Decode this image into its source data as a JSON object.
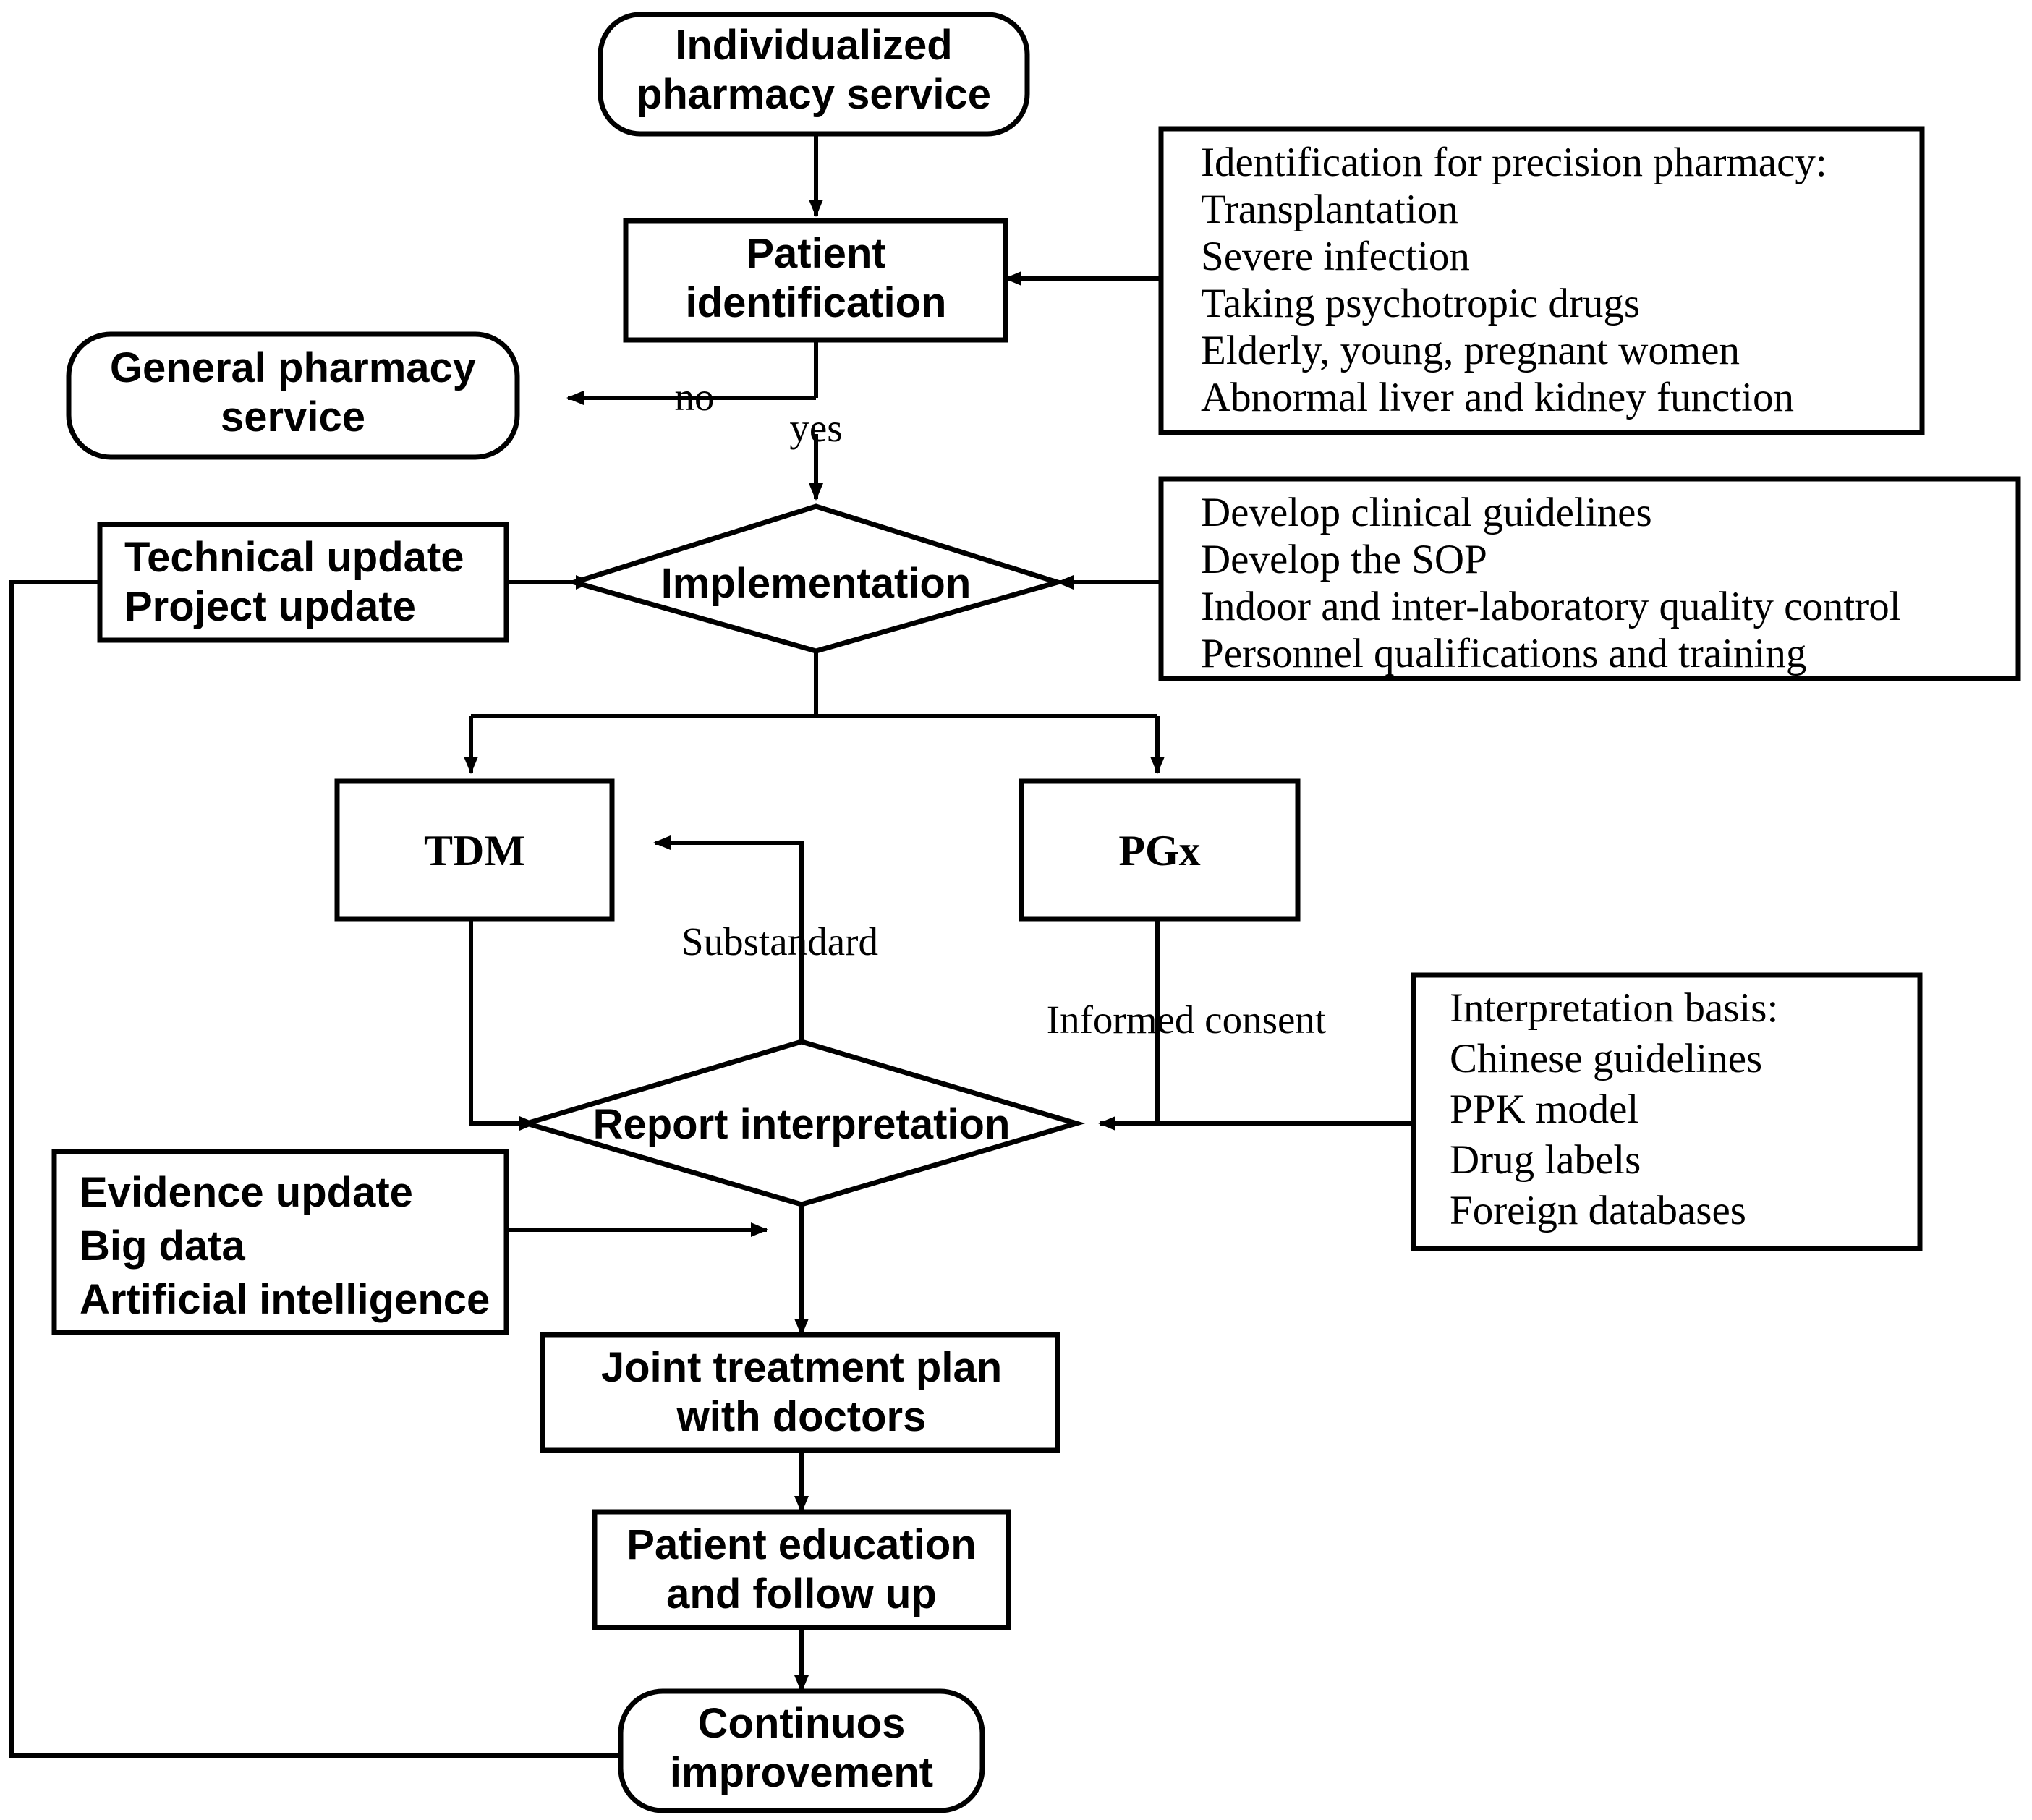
{
  "diagram": {
    "title": "Individualized pharmacy service workflow",
    "line_color": "#000000",
    "fill_color": "#ffffff",
    "nodes": {
      "start": {
        "label_line1": "Individualized",
        "label_line2": "pharmacy service",
        "shape": "rounded"
      },
      "patient_identification": {
        "label_line1": "Patient",
        "label_line2": "identification",
        "shape": "rect"
      },
      "general_service": {
        "label_line1": "General pharmacy",
        "label_line2": "service",
        "shape": "rounded"
      },
      "implementation": {
        "label": "Implementation",
        "shape": "diamond"
      },
      "tdm": {
        "label": "TDM",
        "shape": "rect"
      },
      "pgx": {
        "label": "PGx",
        "shape": "rect"
      },
      "report_interpretation": {
        "label": "Report interpretation",
        "shape": "diamond"
      },
      "joint_plan": {
        "label_line1": "Joint treatment plan",
        "label_line2": "with doctors",
        "shape": "rect"
      },
      "patient_education": {
        "label_line1": "Patient education",
        "label_line2": "and follow up",
        "shape": "rect"
      },
      "continuous_improvement": {
        "label_line1": "Continuos",
        "label_line2": "improvement",
        "shape": "rounded"
      },
      "technical_update": {
        "lines": [
          "Technical update",
          "Project update"
        ],
        "shape": "rect"
      },
      "evidence_update": {
        "lines": [
          "Evidence update",
          "Big data",
          "Artificial intelligence"
        ],
        "shape": "rect"
      }
    },
    "annotations": {
      "identification_note": {
        "lines": [
          "Identification for precision pharmacy:",
          "Transplantation",
          "Severe infection",
          "Taking psychotropic drugs",
          "Elderly, young, pregnant women",
          "Abnormal liver and kidney function"
        ]
      },
      "implementation_note": {
        "lines": [
          "Develop clinical guidelines",
          "Develop the SOP",
          "Indoor and inter-laboratory quality control",
          "Personnel qualifications and training"
        ]
      },
      "interpretation_note": {
        "lines": [
          "Interpretation basis:",
          "Chinese guidelines",
          "PPK model",
          "Drug labels",
          "Foreign databases"
        ]
      }
    },
    "edge_labels": {
      "no": "no",
      "yes": "yes",
      "substandard": "Substandard",
      "informed_consent": "Informed consent"
    }
  }
}
